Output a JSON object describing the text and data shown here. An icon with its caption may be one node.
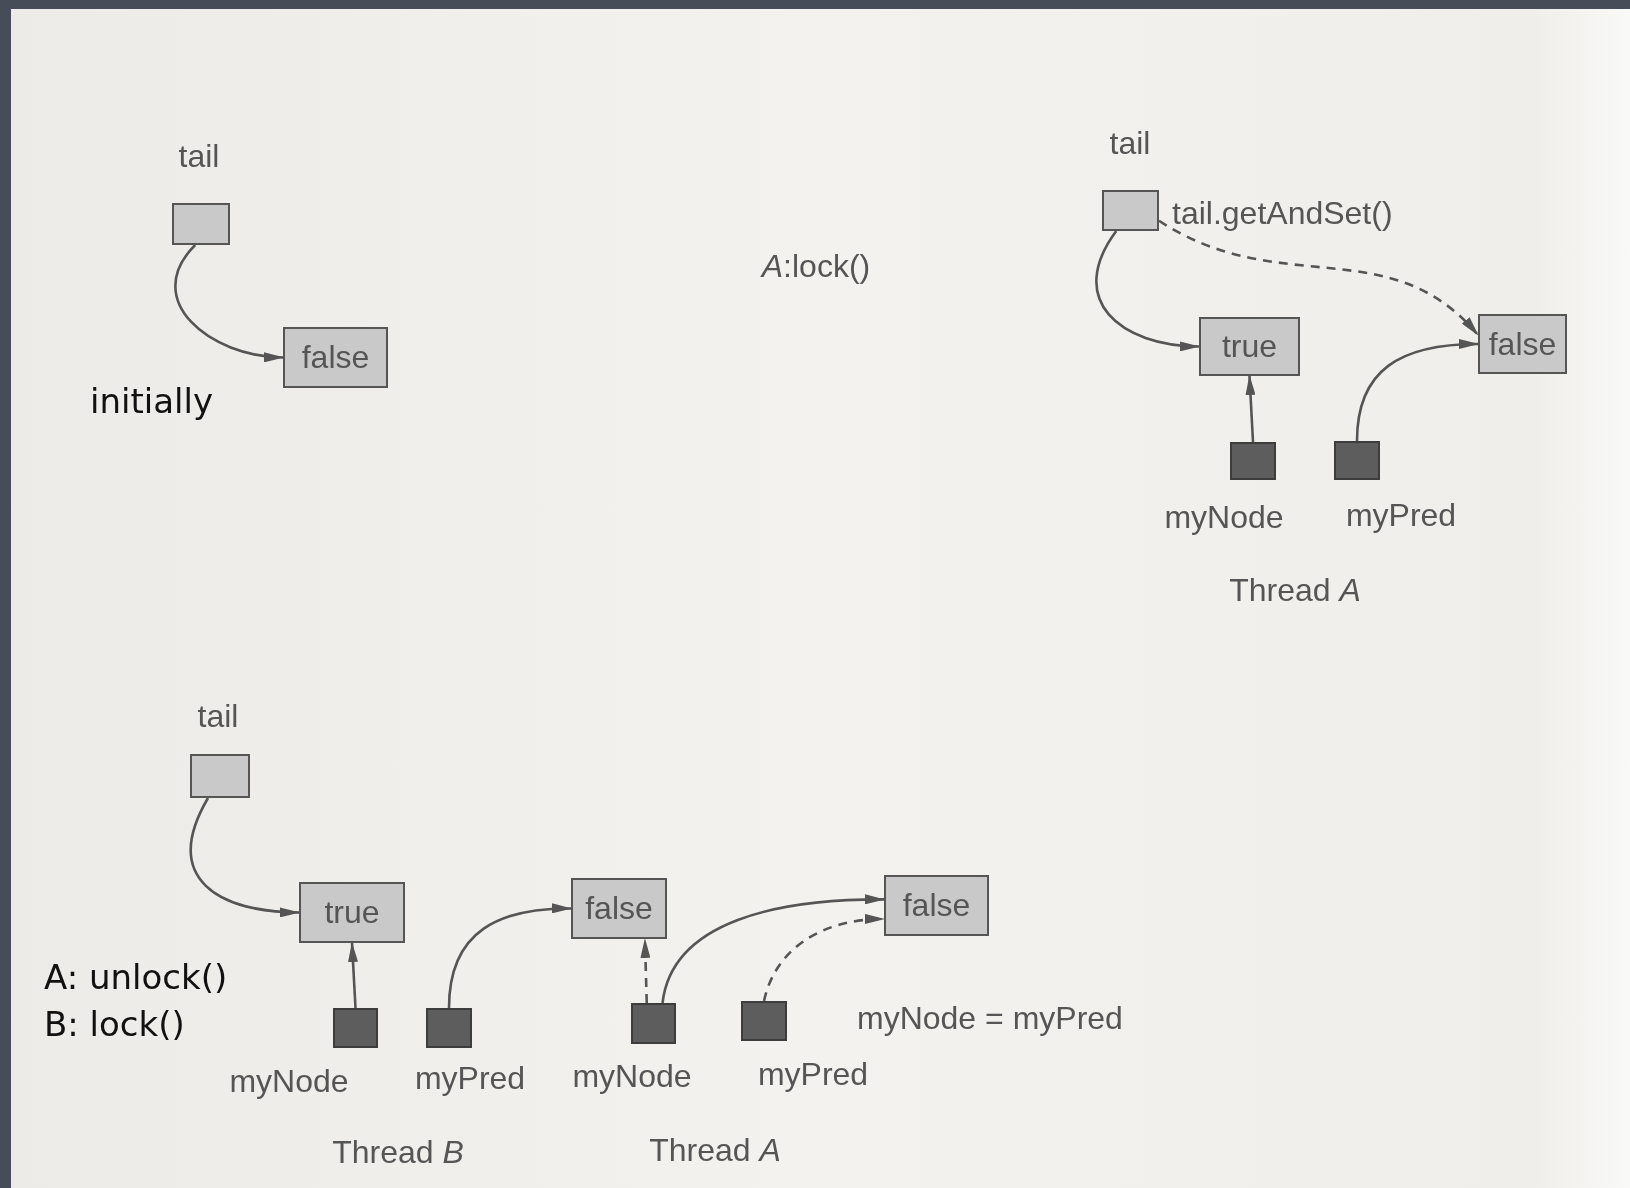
{
  "diagram": {
    "nodes": [
      {
        "text": [],
        "shape": "box",
        "beside": [
          "tail"
        ]
      },
      {
        "text": [
          "false"
        ]
      },
      {
        "text": [],
        "shape": "box",
        "beside": [
          "tail"
        ]
      },
      {
        "text": [
          "true"
        ]
      },
      {
        "text": [
          "false"
        ]
      },
      {
        "text": [],
        "shape": "box",
        "beside": [
          "myNode"
        ]
      },
      {
        "text": [],
        "shape": "box",
        "beside": [
          "myPred"
        ]
      },
      {
        "text": [],
        "shape": "box",
        "beside": [
          "tail"
        ]
      },
      {
        "text": [
          "true"
        ]
      },
      {
        "text": [
          "false"
        ]
      },
      {
        "text": [
          "false"
        ]
      },
      {
        "text": [],
        "shape": "box",
        "beside": [
          "myNode"
        ]
      },
      {
        "text": [],
        "shape": "box",
        "beside": [
          "myPred"
        ]
      },
      {
        "text": [],
        "shape": "box",
        "beside": [
          "myNode"
        ]
      },
      {
        "text": [],
        "shape": "box",
        "beside": [
          "myPred"
        ]
      }
    ],
    "edges": [
      {
        "from": 0,
        "to": 1,
        "arrow": "to"
      },
      {
        "from": 2,
        "to": 3,
        "arrow": "to"
      },
      {
        "from": 2,
        "to": 4,
        "arrow": "to",
        "style": "dashed"
      },
      {
        "from": 5,
        "to": 3,
        "arrow": "to"
      },
      {
        "from": 6,
        "to": 4,
        "arrow": "to"
      },
      {
        "from": 7,
        "to": 8,
        "arrow": "to"
      },
      {
        "from": 11,
        "to": 8,
        "arrow": "to"
      },
      {
        "from": 12,
        "to": 9,
        "arrow": "to"
      },
      {
        "from": 13,
        "to": 9,
        "arrow": "to",
        "style": "dashed"
      },
      {
        "from": 13,
        "to": 10,
        "arrow": "to"
      },
      {
        "from": 14,
        "to": 10,
        "arrow": "to",
        "style": "dashed"
      }
    ],
    "labels": [
      "tail.getAndSet()",
      "*A*:lock()",
      "initially",
      "Thread *A*",
      "A: unlock()",
      "B: lock()",
      "myNode = myPred",
      "Thread *B*",
      "Thread *A*"
    ]
  }
}
